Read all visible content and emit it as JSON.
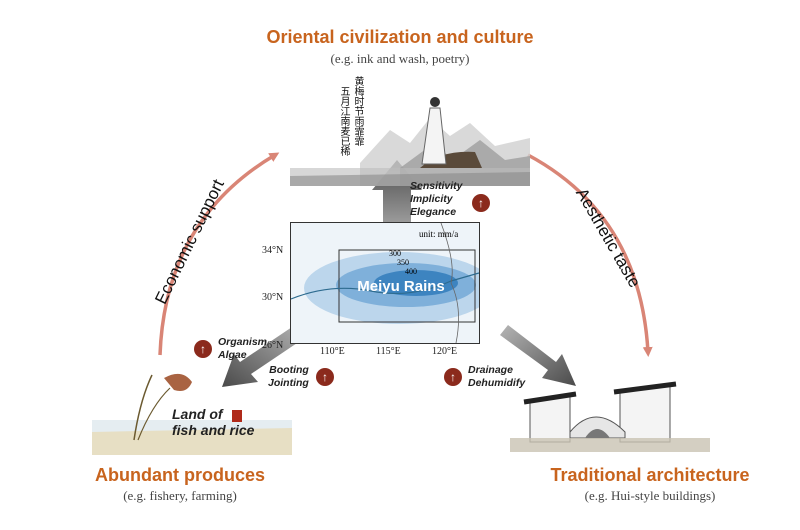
{
  "top": {
    "title": "Oriental civilization and culture",
    "subtitle": "(e.g. ink and wash, poetry)",
    "poem_col1": "黄梅时节雨霏霏",
    "poem_col2": "五月江南麦已稀"
  },
  "left_bottom": {
    "title": "Abundant produces",
    "subtitle": "(e.g. fishery, farming)",
    "badge_line1": "Land of",
    "badge_line2": "fish and rice"
  },
  "right_bottom": {
    "title": "Traditional architecture",
    "subtitle": "(e.g. Hui-style buildings)"
  },
  "arrows": {
    "left": "Economic support",
    "right": "Aesthetic taste"
  },
  "effects": {
    "culture": [
      "Sensitivity",
      "Implicity",
      "Elegance"
    ],
    "organism": [
      "Organism",
      "Algae"
    ],
    "farming": [
      "Booting",
      "Jointing"
    ],
    "architecture": [
      "Drainage",
      "Dehumidify"
    ]
  },
  "map": {
    "label": "Meiyu Rains",
    "unit": "unit: mm/a",
    "contours": [
      "300",
      "350",
      "400"
    ],
    "y_ticks": [
      "34°N",
      "30°N",
      "26°N"
    ],
    "x_ticks": [
      "110°E",
      "115°E",
      "120°E"
    ]
  },
  "colors": {
    "title": "#c8641e",
    "arrow_outer": "#d98576",
    "up_badge": "#8b2a1c",
    "rain_light": "#bcd6ec",
    "rain_mid": "#7fb0da",
    "rain_dark": "#3d84c0"
  },
  "icons": {
    "up": "↑"
  }
}
